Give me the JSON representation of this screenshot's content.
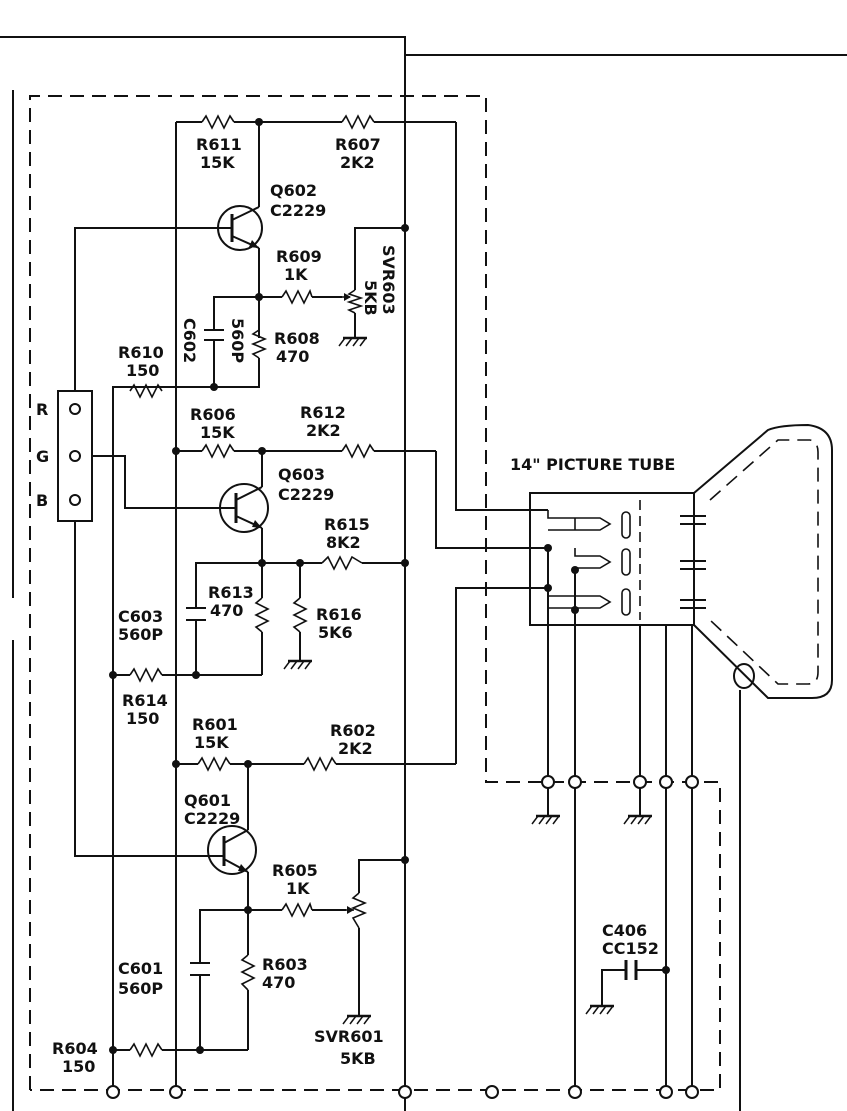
{
  "title": "14\" PICTURE TUBE",
  "connector_pins": [
    "R",
    "G",
    "B"
  ],
  "components": {
    "R611": {
      "ref": "R611",
      "value": "15K"
    },
    "R607": {
      "ref": "R607",
      "value": "2K2"
    },
    "Q602": {
      "ref": "Q602",
      "value": "C2229"
    },
    "R609": {
      "ref": "R609",
      "value": "1K"
    },
    "SVR603": {
      "ref": "SVR603",
      "value": "5KB"
    },
    "C602": {
      "ref": "C602",
      "value": "560P"
    },
    "R608": {
      "ref": "R608",
      "value": "470"
    },
    "R610": {
      "ref": "R610",
      "value": "150"
    },
    "R606": {
      "ref": "R606",
      "value": "15K"
    },
    "R612": {
      "ref": "R612",
      "value": "2K2"
    },
    "Q603": {
      "ref": "Q603",
      "value": "C2229"
    },
    "R615": {
      "ref": "R615",
      "value": "8K2"
    },
    "R613": {
      "ref": "R613",
      "value": "470"
    },
    "C603": {
      "ref": "C603",
      "value": "560P"
    },
    "R616": {
      "ref": "R616",
      "value": "5K6"
    },
    "R614": {
      "ref": "R614",
      "value": "150"
    },
    "R601": {
      "ref": "R601",
      "value": "15K"
    },
    "R602": {
      "ref": "R602",
      "value": "2K2"
    },
    "Q601": {
      "ref": "Q601",
      "value": "C2229"
    },
    "R605": {
      "ref": "R605",
      "value": "1K"
    },
    "C601": {
      "ref": "C601",
      "value": "560P"
    },
    "R603": {
      "ref": "R603",
      "value": "470"
    },
    "C406": {
      "ref": "C406",
      "value": "CC152"
    },
    "R604": {
      "ref": "R604",
      "value": "150"
    },
    "SVR601": {
      "ref": "SVR601",
      "value": "5KB"
    }
  }
}
